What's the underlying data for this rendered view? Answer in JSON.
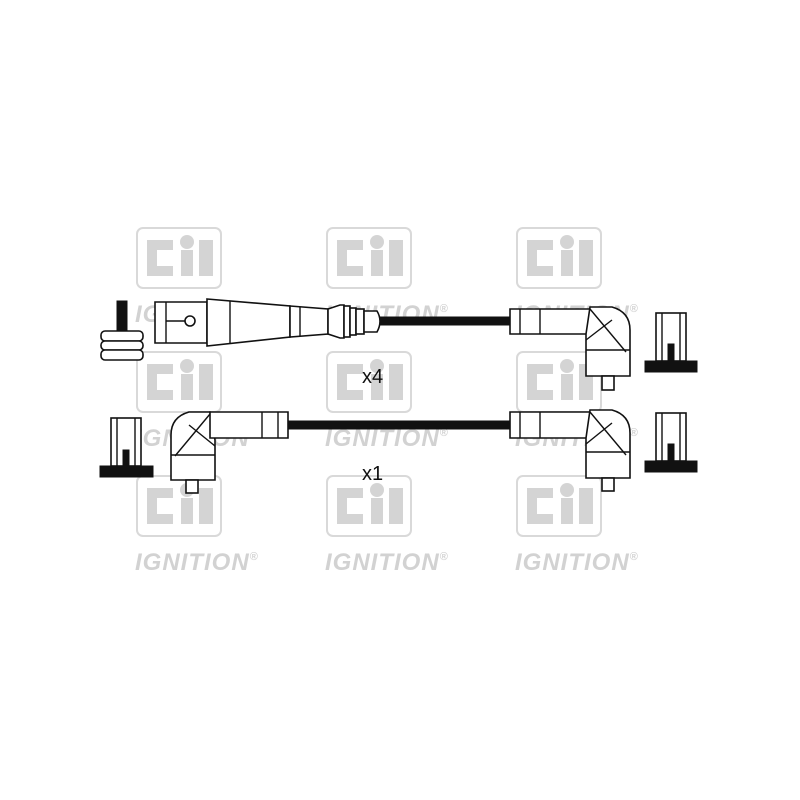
{
  "watermark": {
    "brand_text": "IGNITION",
    "registered_mark": "®",
    "logo_letters": "Ci"
  },
  "quantities": {
    "upper_set": "x4",
    "lower_set": "x1"
  },
  "colors": {
    "ink": "#111111",
    "watermark": "#d4d4d4",
    "background": "#ffffff"
  }
}
